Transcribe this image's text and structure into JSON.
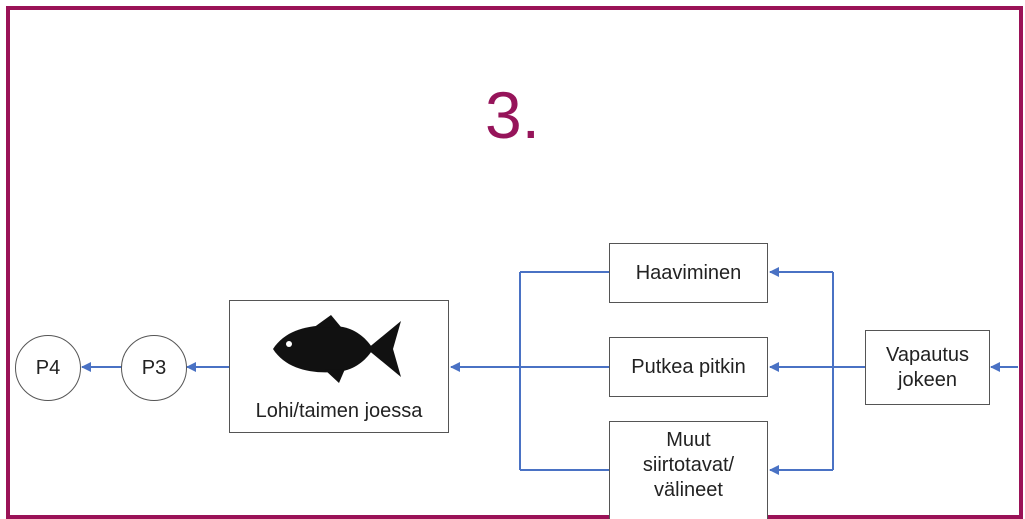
{
  "step": {
    "number": "3."
  },
  "nodes": {
    "p4": "P4",
    "p3": "P3",
    "fish": {
      "label": "Lohi/taimen joessa",
      "icon": "fish-icon"
    },
    "haaviminen": "Haaviminen",
    "putkea": "Putkea pitkin",
    "muut": "Muut siirtotavat/ välineet",
    "vapautus": "Vapautus jokeen"
  },
  "colors": {
    "frame": "#9a1257",
    "step_number": "#96145a",
    "arrow": "#4a72c4",
    "node_border": "#555555",
    "fish": "#111111"
  }
}
